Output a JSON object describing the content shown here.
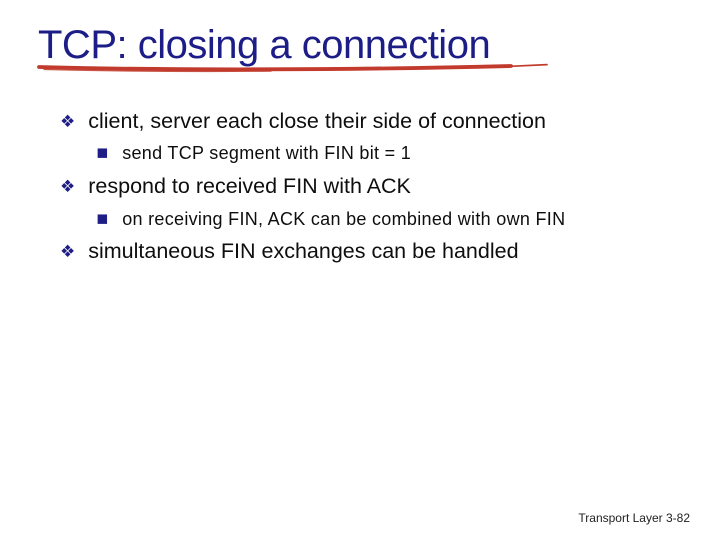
{
  "slide": {
    "title": "TCP: closing a connection",
    "bullets": [
      {
        "level": 1,
        "marker": "diamond",
        "text": "client, server each close their side of connection"
      },
      {
        "level": 2,
        "marker": "square",
        "text": "send TCP segment with FIN bit = 1"
      },
      {
        "level": 1,
        "marker": "diamond",
        "text": "respond to received FIN with ACK"
      },
      {
        "level": 2,
        "marker": "square",
        "text": "on receiving FIN, ACK can be combined with own FIN"
      },
      {
        "level": 1,
        "marker": "diamond",
        "text": "simultaneous FIN exchanges can be handled"
      }
    ],
    "markers": {
      "diamond": "❖",
      "square": "▪"
    },
    "footer": "Transport Layer 3-82",
    "colors": {
      "background": "#ffffff",
      "title": "#1d1d87",
      "body": "#0e0e0e",
      "marker": "#1e1e86",
      "underline": "#c13a2c",
      "footer": "#222222"
    }
  }
}
